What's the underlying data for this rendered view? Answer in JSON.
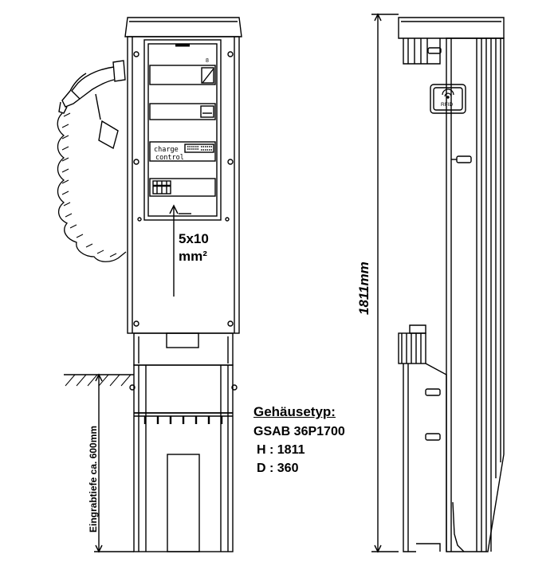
{
  "labels": {
    "cable_section": [
      "5x10",
      "mm²"
    ],
    "height_dim": "1811mm",
    "burial_depth": "Eingrabtiefe ca. 600mm",
    "charge_control": [
      "charge",
      "control"
    ],
    "rfid": "RFID"
  },
  "spec": {
    "title": "Gehäusetyp:",
    "model": "GSAB 36P1700",
    "height": "H : 1811",
    "depth": "D : 360"
  }
}
